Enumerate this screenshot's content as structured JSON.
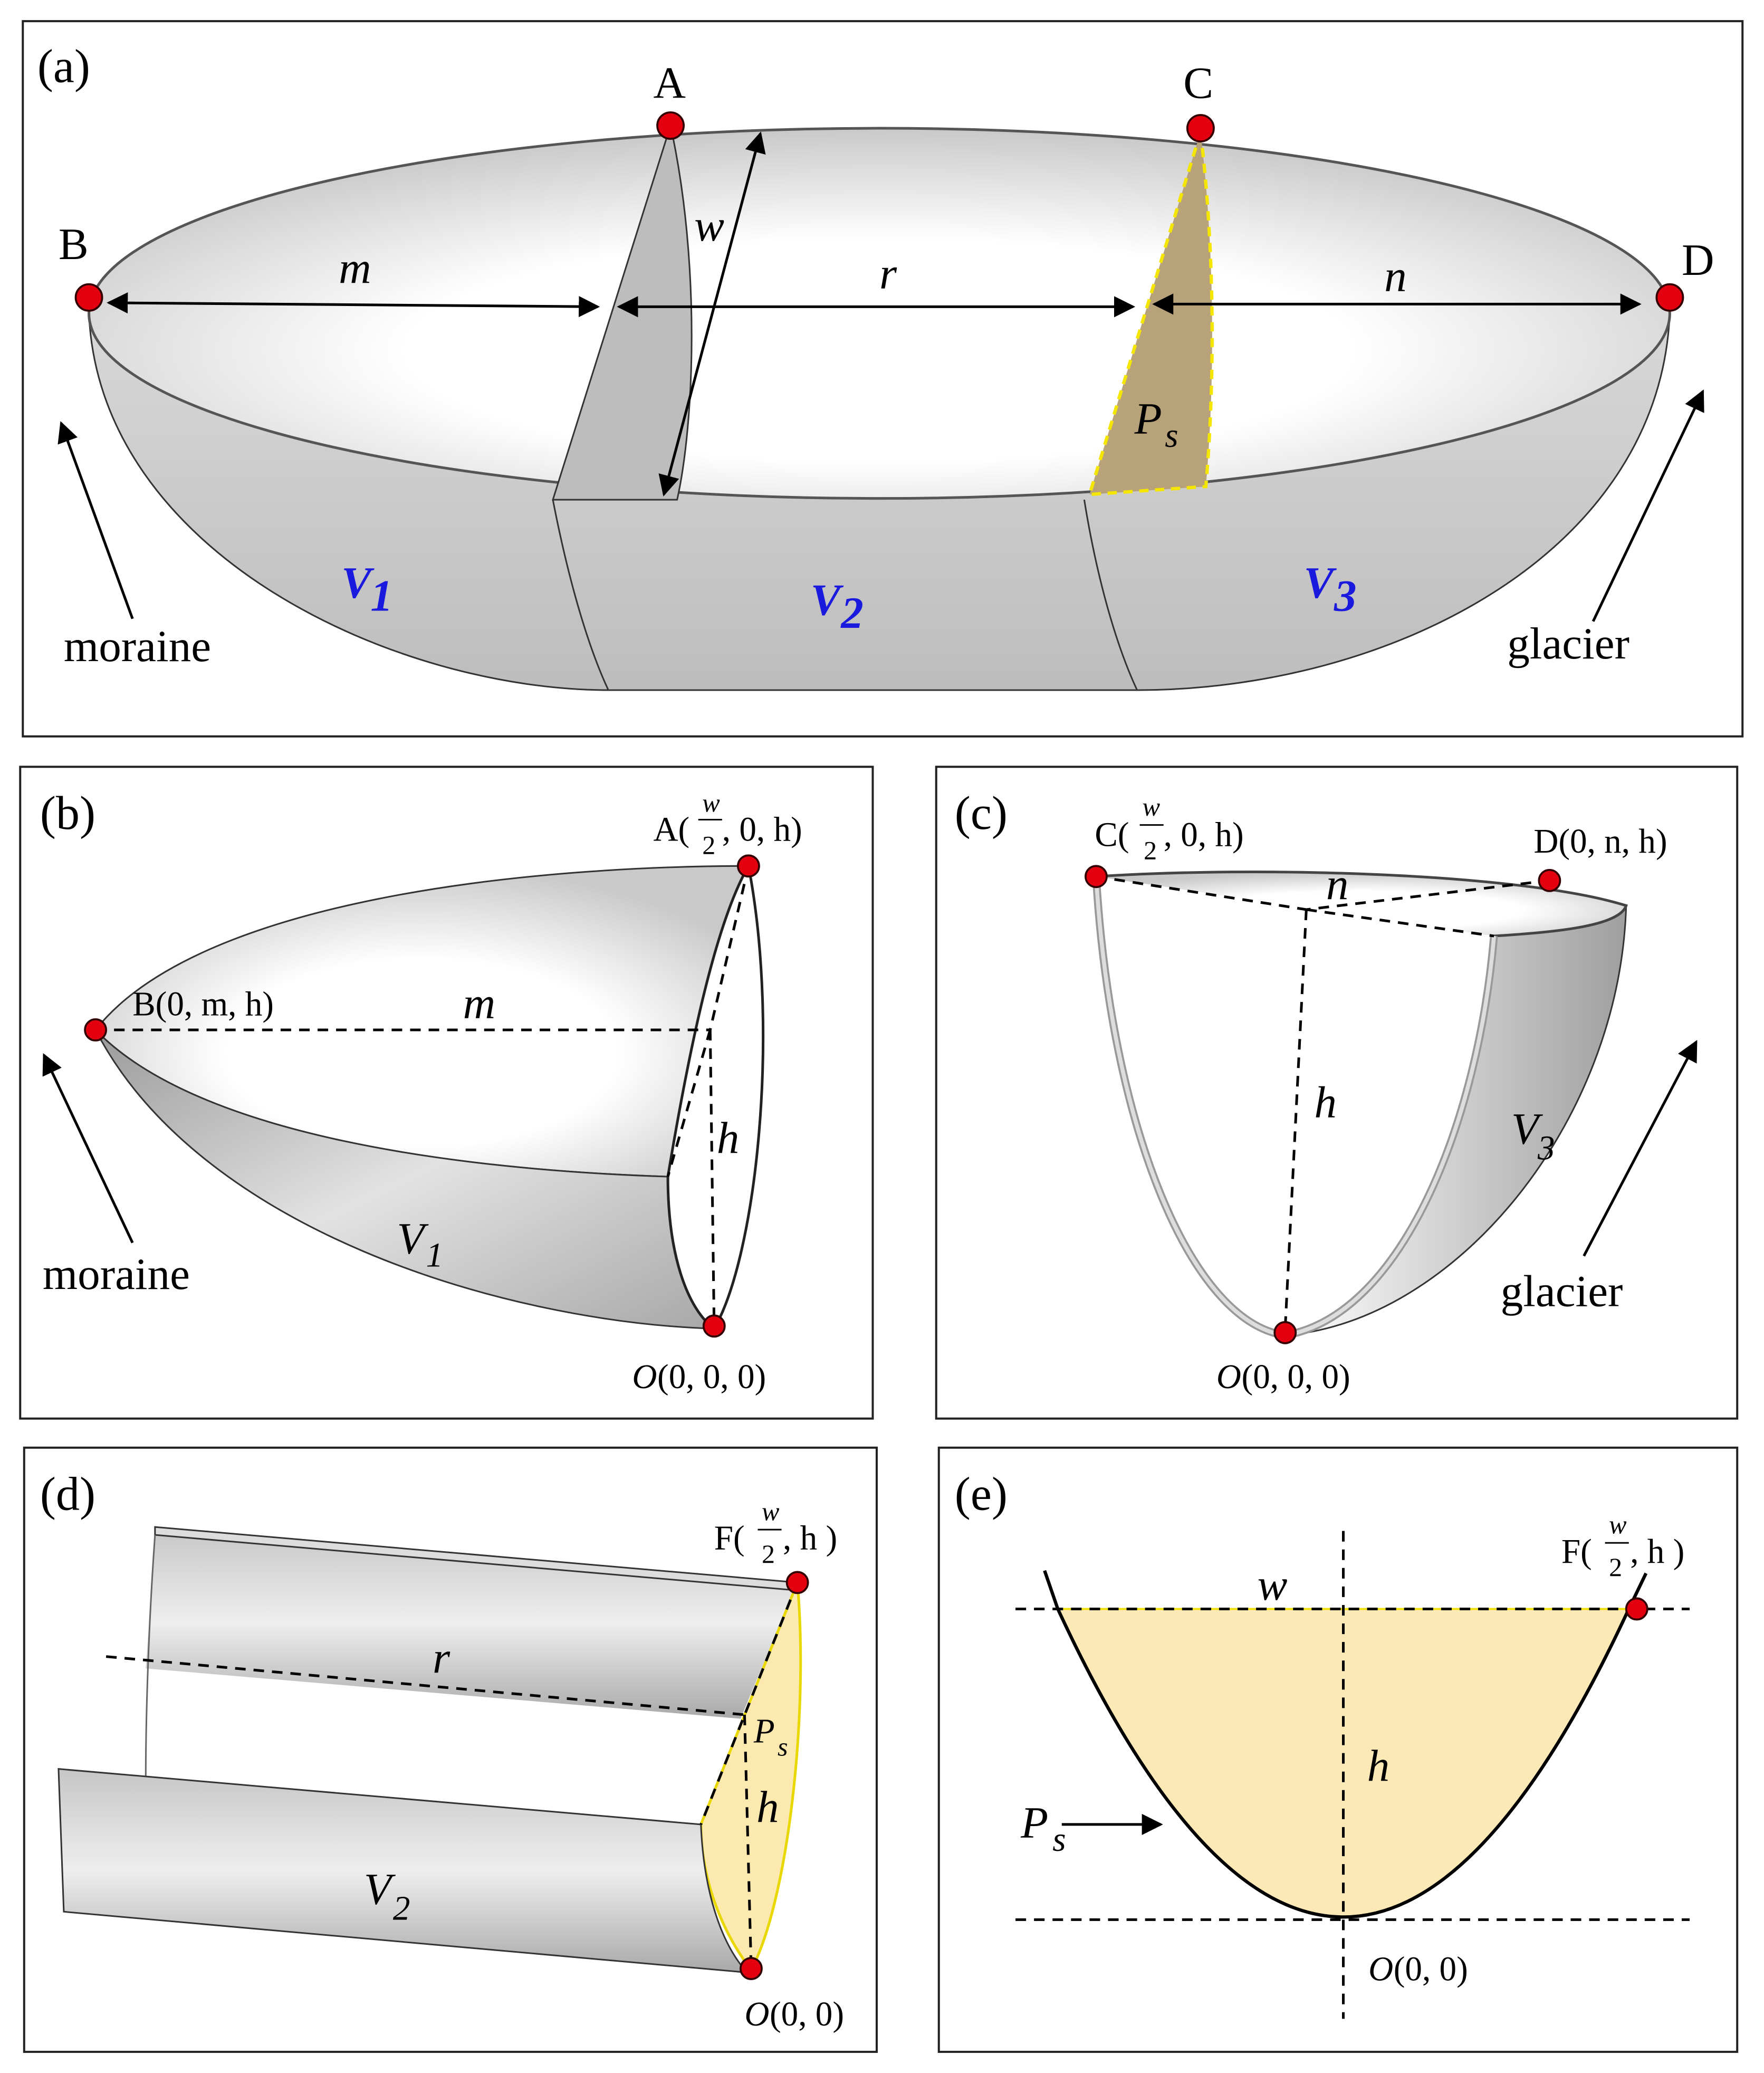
{
  "colors": {
    "point": "#e3000f",
    "volume_label": "#1a1adf",
    "cross_section": "#fde9b5",
    "cut_face": "#b8a27a"
  },
  "panel_a": {
    "tag": "(a)",
    "A": "A",
    "B": "B",
    "C": "C",
    "D": "D",
    "m": "m",
    "w": "w",
    "r": "r",
    "n": "n",
    "Ps": "P",
    "Ps_sub": "s",
    "V1": "V",
    "V1_sub": "1",
    "V2": "V",
    "V2_sub": "2",
    "V3": "V",
    "V3_sub": "3",
    "moraine": "moraine",
    "glacier": "glacier"
  },
  "panel_b": {
    "tag": "(b)",
    "A_pre": "A(",
    "A_num": "w",
    "A_den": "2",
    "A_post": ", 0, h)",
    "B": "B(0, m, h)",
    "m": "m",
    "h": "h",
    "V": "V",
    "V_sub": "1",
    "moraine": "moraine",
    "O_it": "O",
    "O": "(0, 0, 0)"
  },
  "panel_c": {
    "tag": "(c)",
    "C_pre": "C(",
    "C_num": "w",
    "C_den": "2",
    "C_post": ", 0, h)",
    "D": "D(0, n, h)",
    "n": "n",
    "h": "h",
    "V": "V",
    "V_sub": "3",
    "glacier": "glacier",
    "O_it": "O",
    "O": "(0, 0, 0)"
  },
  "panel_d": {
    "tag": "(d)",
    "F_pre": "F(",
    "F_num": "w",
    "F_den": "2",
    "F_post": ", h )",
    "r": "r",
    "Ps": "P",
    "Ps_sub": "s",
    "h": "h",
    "V": "V",
    "V_sub": "2",
    "O_it": "O",
    "O": "(0, 0)"
  },
  "panel_e": {
    "tag": "(e)",
    "F_pre": "F(",
    "F_num": "w",
    "F_den": "2",
    "F_post": ", h )",
    "w": "w",
    "h": "h",
    "Ps": "P",
    "Ps_sub": "s",
    "O_it": "O",
    "O": "(0, 0)"
  }
}
